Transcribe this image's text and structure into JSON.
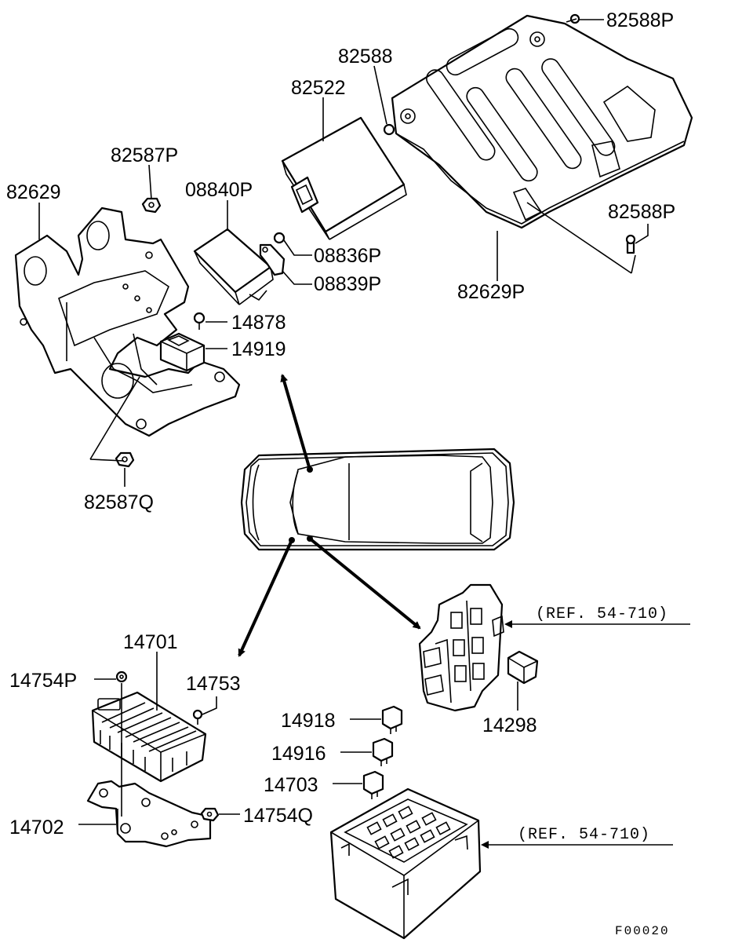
{
  "labels": {
    "p82588P_top": "82588P",
    "p82588": "82588",
    "p82522": "82522",
    "p82587P": "82587P",
    "p08840P": "08840P",
    "p82629": "82629",
    "p08836P": "08836P",
    "p08839P": "08839P",
    "p82588P_right": "82588P",
    "p82629P": "82629P",
    "p14878": "14878",
    "p14919": "14919",
    "p82587Q": "82587Q",
    "p14701": "14701",
    "p14754P": "14754P",
    "p14753": "14753",
    "p14918": "14918",
    "p14916": "14916",
    "p14703": "14703",
    "p14298": "14298",
    "p14702": "14702",
    "p14754Q": "14754Q"
  },
  "refs": {
    "ref_upper": "(REF. 54-710)",
    "ref_lower": "(REF. 54-710)"
  },
  "figure_code": "F00020"
}
